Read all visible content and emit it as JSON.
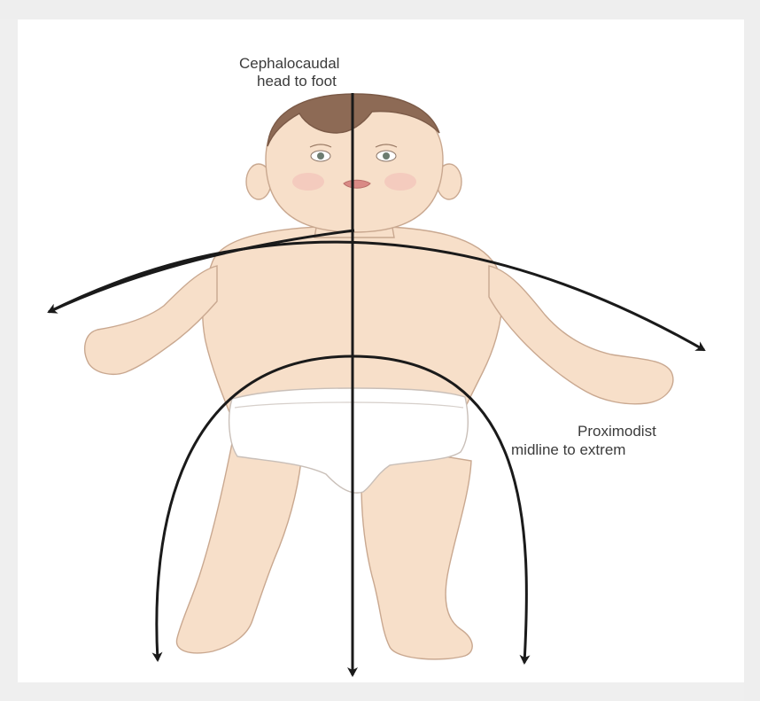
{
  "labels": {
    "cephalocaudal_title": "Cephalocaudal",
    "cephalocaudal_sub": "head to foot",
    "proximodistal_title": "Proximodist",
    "proximodistal_sub": "midline to extrem"
  },
  "colors": {
    "skin": "#f7dfc9",
    "skin_outline": "#c9a890",
    "hair": "#8d6a55",
    "diaper": "#ffffff",
    "arrow": "#1a1a1a",
    "page_border": "#eeeeee"
  },
  "icons": {
    "child_figure": "baby-illustration",
    "arrow_head": "arrowhead-icon"
  }
}
